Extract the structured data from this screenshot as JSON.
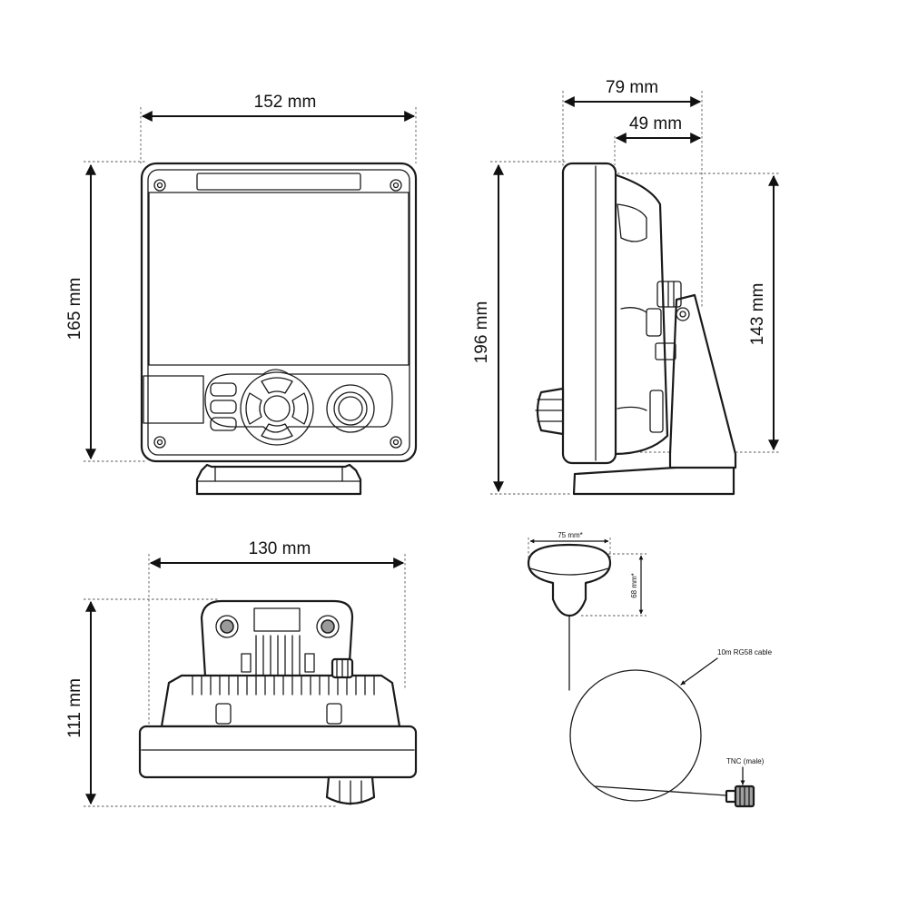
{
  "dimensions": {
    "front_width": "152 mm",
    "front_height": "165 mm",
    "side_depth_total": "79 mm",
    "side_depth_body": "49 mm",
    "side_height_total": "196 mm",
    "side_height_body": "143 mm",
    "top_width": "130 mm",
    "top_depth": "111 mm"
  },
  "antenna": {
    "width": "75 mm*",
    "height": "68 mm*",
    "cable": "10m RG58 cable",
    "connector": "TNC (male)"
  }
}
